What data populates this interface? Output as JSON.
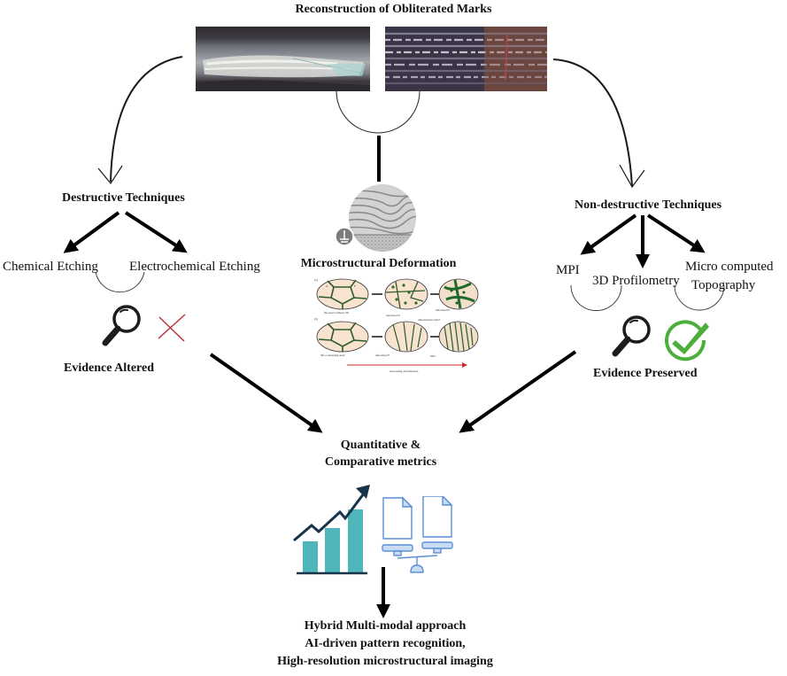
{
  "title": "Reconstruction of Obliterated Marks",
  "photos": [
    {
      "name": "obliterated-mark-photo-left",
      "description": "abraded metal surface photo"
    },
    {
      "name": "obliterated-mark-photo-right",
      "description": "striated metal surface photo"
    }
  ],
  "destructive": {
    "heading": "Destructive Techniques",
    "methods": [
      "Chemical Etching",
      "Electrochemical Etching"
    ],
    "outcome": "Evidence Altered",
    "outcome_icon": "red-x-icon"
  },
  "center": {
    "heading": "Microstructural Deformation",
    "figure": {
      "row_a_label": "(a)",
      "row_b_label": "(b)",
      "grain_labels": [
        "A",
        "F"
      ],
      "captions_a": [
        "the steel without Nb",
        "nucleated F",
        "deformed F"
      ],
      "captions_b": [
        "Nb-containing steel",
        "deformed F",
        "deformation band",
        "NbC"
      ],
      "axis_label": "increasing deformation"
    }
  },
  "nondestructive": {
    "heading": "Non-destructive Techniques",
    "methods": [
      "MPI",
      "3D Profilometry",
      "Micro computed",
      "Topography"
    ],
    "outcome": "Evidence Preserved",
    "outcome_icon": "green-check-icon"
  },
  "metrics": {
    "heading_line1": "Quantitative &",
    "heading_line2": "Comparative metrics"
  },
  "conclusion": {
    "lines": [
      "Hybrid Multi-modal approach",
      "AI-driven pattern recognition,",
      "High-resolution microstructural imaging"
    ]
  },
  "colors": {
    "teal": "#4fb7b9",
    "navy": "#17344a",
    "doc_blue": "#5b8fd6",
    "doc_fill": "#c9dcf5",
    "check_green": "#4caf3c",
    "x_red": "#c0333f",
    "arrow_red": "#d4262b"
  }
}
